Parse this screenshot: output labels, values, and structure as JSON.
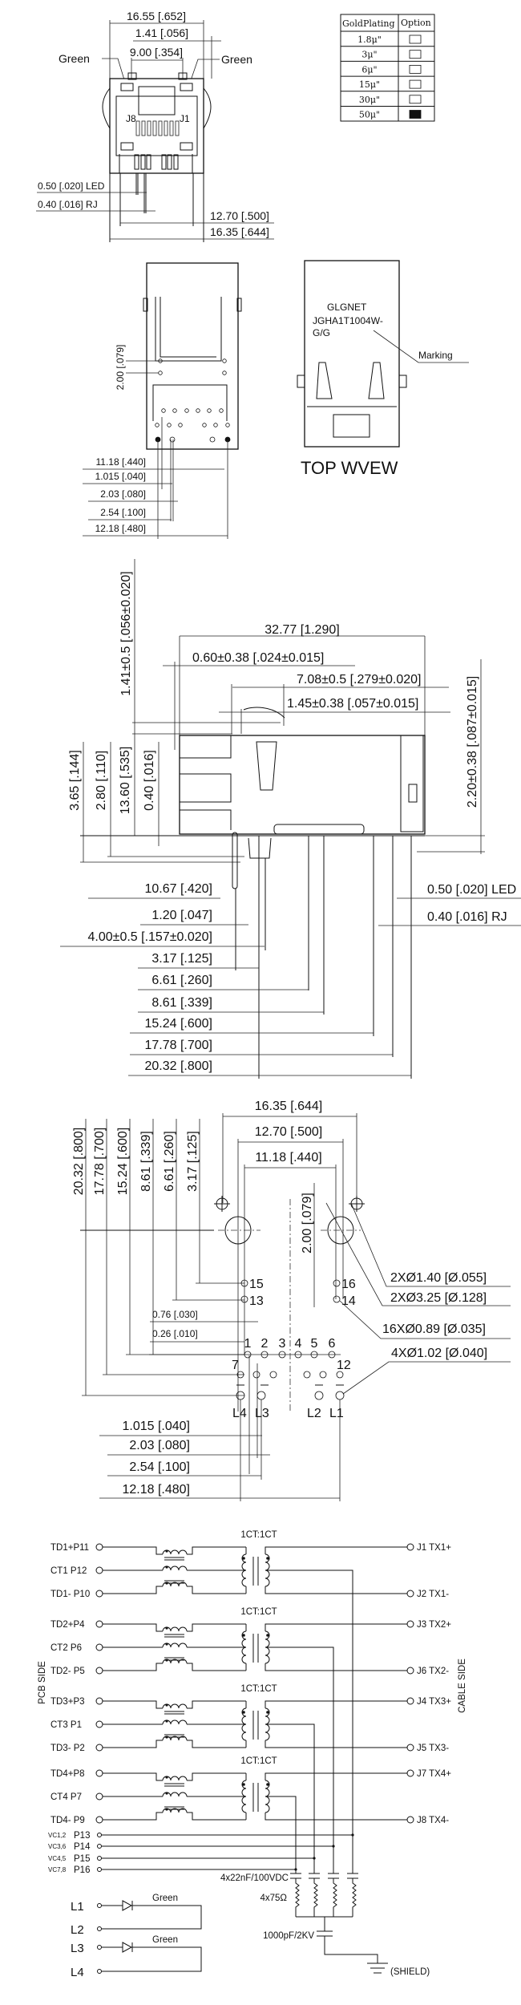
{
  "front_view": {
    "dim_overall_width": "16.55 [.652]",
    "dim_offset": "1.41 [.056]",
    "dim_led_spacing": "9.00 [.354]",
    "led_left_color": "Green",
    "led_right_color": "Green",
    "jack_pin_left": "J8",
    "jack_pin_right": "J1",
    "dim_led_pin": "0.50 [.020] LED",
    "dim_rj_pin": "0.40 [.016] RJ",
    "dim_pin_span": "12.70 [.500]",
    "dim_body_width": "16.35 [.644]"
  },
  "gold_plating_table": {
    "headers": [
      "GoldPlating",
      "Option"
    ],
    "rows": [
      {
        "thickness": "1.8μ\"",
        "selected": false
      },
      {
        "thickness": "3μ\"",
        "selected": false
      },
      {
        "thickness": "6μ\"",
        "selected": false
      },
      {
        "thickness": "15μ\"",
        "selected": false
      },
      {
        "thickness": "30μ\"",
        "selected": false
      },
      {
        "thickness": "50μ\"",
        "selected": true
      }
    ]
  },
  "bottom_view": {
    "dim_pitch_vertical": "2.00 [.079]",
    "dims": [
      "11.18 [.440]",
      "1.015 [.040]",
      "2.03 [.080]",
      "2.54 [.100]",
      "12.18 [.480]"
    ]
  },
  "top_view": {
    "brand": "GLGNET",
    "part_number": "JGHA1T1004W-",
    "part_suffix": "G/G",
    "marking_label": "Marking",
    "title": "TOP WVEW"
  },
  "side_view": {
    "dim_tab_height": "1.41±0.5 [.056±0.020]",
    "dim_length": "32.77 [1.290]",
    "dim_front_offset": "0.60±0.38 [.024±0.015]",
    "dim_latch": "7.08±0.5 [.279±0.020]",
    "dim_latch_offset": "1.45±0.38 [.057±0.015]",
    "dim_right_height": "2.20±0.38 [.087±0.015]",
    "vertical_dims": [
      "3.65 [.144]",
      "2.80 [.110]",
      "13.60 [.535]",
      "0.40 [.016]"
    ],
    "dim_led_pin": "0.50 [.020] LED",
    "dim_rj_pin": "0.40 [.016] RJ",
    "horizontal_dims": [
      "10.67 [.420]",
      "1.20 [.047]",
      "4.00±0.5 [.157±0.020]",
      "3.17 [.125]",
      "6.61 [.260]",
      "8.61 [.339]",
      "15.24 [.600]",
      "17.78 [.700]",
      "20.32 [.800]"
    ]
  },
  "footprint": {
    "top_dims": [
      "16.35 [.644]",
      "12.70 [.500]",
      "11.18 [.440]"
    ],
    "vertical_dims": [
      "20.32 [.800]",
      "17.78 [.700]",
      "15.24 [.600]",
      "8.61 [.339]",
      "6.61 [.260]",
      "3.17 [.125]"
    ],
    "dim_pitch": "2.00 [.079]",
    "shield_pins": [
      "15",
      "13",
      "16",
      "14"
    ],
    "hole_callouts": [
      "2XØ1.40 [Ø.055]",
      "2XØ3.25 [Ø.128]",
      "16XØ0.89 [Ø.035]",
      "4XØ1.02 [Ø.040]"
    ],
    "small_dims": [
      "0.76 [.030]",
      "0.26 [.010]"
    ],
    "pin_numbers_row1": [
      "1",
      "2",
      "3",
      "4",
      "5",
      "6"
    ],
    "pin_label_7": "7",
    "pin_label_12": "12",
    "led_pins": [
      "L4",
      "L3",
      "L2",
      "L1"
    ],
    "bottom_dims": [
      "1.015 [.040]",
      "2.03 [.080]",
      "2.54 [.100]",
      "12.18 [.480]"
    ]
  },
  "schematic": {
    "pcb_side_label": "PCB SIDE",
    "cable_side_label": "CABLE SIDE",
    "ratio_label": "1CT:1CT",
    "channels": [
      {
        "pcb": [
          "TD1+P11",
          "CT1  P12",
          "TD1- P10"
        ],
        "cable": [
          "J1 TX1+",
          "J2 TX1-"
        ]
      },
      {
        "pcb": [
          "TD2+P4",
          "CT2  P6",
          "TD2- P5"
        ],
        "cable": [
          "J3 TX2+",
          "J6 TX2-"
        ]
      },
      {
        "pcb": [
          "TD3+P3",
          "CT3  P1",
          "TD3- P2"
        ],
        "cable": [
          "J4 TX3+",
          "J5 TX3-"
        ]
      },
      {
        "pcb": [
          "TD4+P8",
          "CT4  P7",
          "TD4- P9"
        ],
        "cable": [
          "J7 TX4+",
          "J8 TX4-"
        ]
      }
    ],
    "vc_pins": [
      {
        "name": "VC1,2",
        "pin": "P13"
      },
      {
        "name": "VC3,6",
        "pin": "P14"
      },
      {
        "name": "VC4,5",
        "pin": "P15"
      },
      {
        "name": "VC7,8",
        "pin": "P16"
      }
    ],
    "cap_label": "4x22nF/100VDC",
    "resistor_label": "4x75Ω",
    "hv_cap_label": "1000pF/2KV",
    "shield_label": "(SHIELD)",
    "leds": [
      {
        "anode": "L1",
        "cathode": "L2",
        "color": "Green"
      },
      {
        "anode": "L3",
        "cathode": "L4",
        "color": "Green"
      }
    ]
  }
}
